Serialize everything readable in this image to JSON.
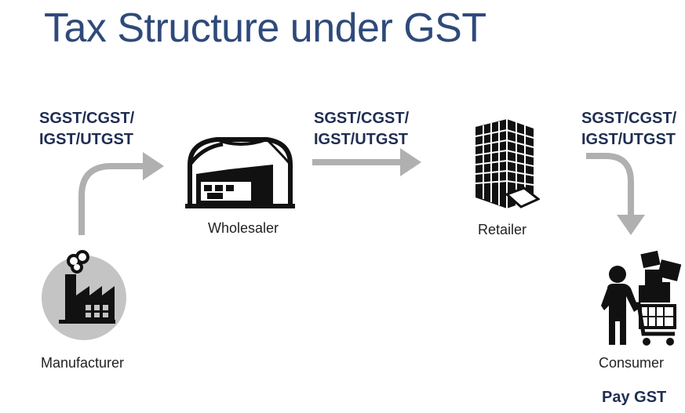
{
  "title": "Tax Structure under GST",
  "flows": [
    {
      "line1": "SGST/CGST/",
      "line2": "IGST/UTGST"
    },
    {
      "line1": "SGST/CGST/",
      "line2": "IGST/UTGST"
    },
    {
      "line1": "SGST/CGST/",
      "line2": "IGST/UTGST"
    }
  ],
  "nodes": {
    "manufacturer": {
      "label": "Manufacturer",
      "icon": "factory-icon"
    },
    "wholesaler": {
      "label": "Wholesaler",
      "icon": "warehouse-icon"
    },
    "retailer": {
      "label": "Retailer",
      "icon": "building-icon"
    },
    "consumer": {
      "label": "Consumer",
      "icon": "shopping-cart-person-icon"
    }
  },
  "consumer_note": "Pay GST",
  "colors": {
    "title": "#2f4a7a",
    "tax_text": "#1f2d52",
    "arrow": "#b0b0b0",
    "icon": "#111111",
    "factory_circle": "#c4c4c4"
  }
}
